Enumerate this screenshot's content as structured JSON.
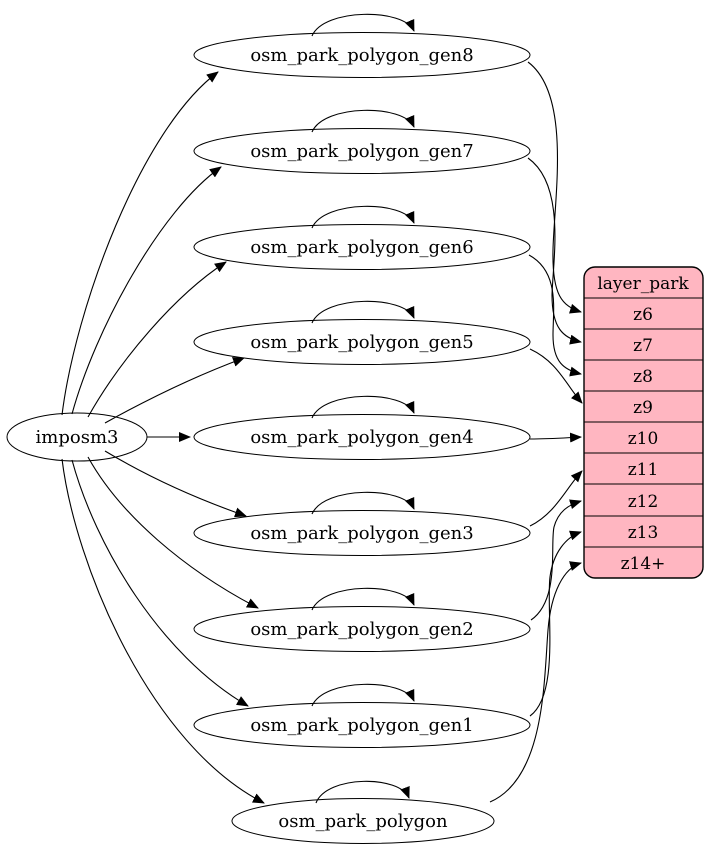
{
  "diagram": {
    "type": "etl-graph",
    "source": {
      "label": "imposm3"
    },
    "tables": [
      {
        "label": "osm_park_polygon_gen8"
      },
      {
        "label": "osm_park_polygon_gen7"
      },
      {
        "label": "osm_park_polygon_gen6"
      },
      {
        "label": "osm_park_polygon_gen5"
      },
      {
        "label": "osm_park_polygon_gen4"
      },
      {
        "label": "osm_park_polygon_gen3"
      },
      {
        "label": "osm_park_polygon_gen2"
      },
      {
        "label": "osm_park_polygon_gen1"
      },
      {
        "label": "osm_park_polygon"
      }
    ],
    "layer": {
      "header": "layer_park",
      "rows": [
        "z6",
        "z7",
        "z8",
        "z9",
        "z10",
        "z11",
        "z12",
        "z13",
        "z14+"
      ]
    },
    "edges": {
      "from_source": [
        "osm_park_polygon_gen8",
        "osm_park_polygon_gen7",
        "osm_park_polygon_gen6",
        "osm_park_polygon_gen5",
        "osm_park_polygon_gen4",
        "osm_park_polygon_gen3",
        "osm_park_polygon_gen2",
        "osm_park_polygon_gen1",
        "osm_park_polygon"
      ],
      "self_loops": [
        "osm_park_polygon_gen8",
        "osm_park_polygon_gen7",
        "osm_park_polygon_gen6",
        "osm_park_polygon_gen5",
        "osm_park_polygon_gen4",
        "osm_park_polygon_gen3",
        "osm_park_polygon_gen2",
        "osm_park_polygon_gen1",
        "osm_park_polygon"
      ],
      "to_layer": [
        {
          "from": "osm_park_polygon_gen8",
          "to": "z6"
        },
        {
          "from": "osm_park_polygon_gen7",
          "to": "z7"
        },
        {
          "from": "osm_park_polygon_gen6",
          "to": "z8"
        },
        {
          "from": "osm_park_polygon_gen5",
          "to": "z9"
        },
        {
          "from": "osm_park_polygon_gen4",
          "to": "z10"
        },
        {
          "from": "osm_park_polygon_gen3",
          "to": "z11"
        },
        {
          "from": "osm_park_polygon_gen2",
          "to": "z12"
        },
        {
          "from": "osm_park_polygon_gen1",
          "to": "z13"
        },
        {
          "from": "osm_park_polygon",
          "to": "z14+"
        }
      ]
    },
    "colors": {
      "layer_fill": "#ffb6c1",
      "node_fill": "#ffffff",
      "stroke": "#000000",
      "background": "#ffffff"
    }
  }
}
